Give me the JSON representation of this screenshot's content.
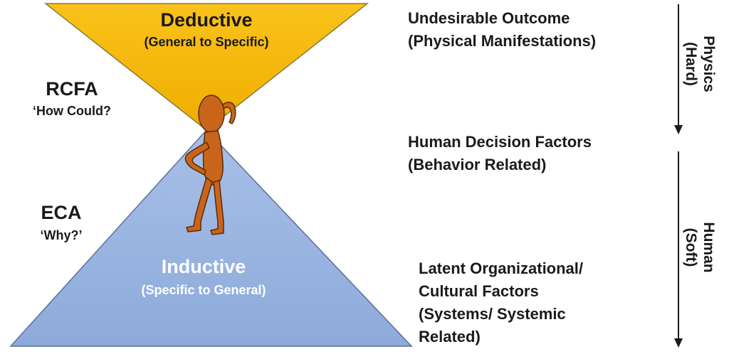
{
  "top_triangle": {
    "title": "Deductive",
    "subtitle": "(General to Specific)",
    "fill": "#F5B800"
  },
  "bottom_triangle": {
    "title": "Inductive",
    "subtitle": "(Specific to General)",
    "fill": "#95B3E2"
  },
  "rcfa": {
    "title": "RCFA",
    "question": "‘How Could?"
  },
  "eca": {
    "title": "ECA",
    "question": "‘Why?’"
  },
  "levels": {
    "outcome_line1": "Undesirable Outcome",
    "outcome_line2": "(Physical Manifestations)",
    "human_line1": "Human Decision Factors",
    "human_line2": "(Behavior Related)",
    "latent_line1": "Latent Organizational/",
    "latent_line2": "Cultural Factors",
    "latent_line3": "(Systems/ Systemic",
    "latent_line4": "Related)"
  },
  "axis": {
    "physics_line1": "Physics",
    "physics_line2": "(Hard)",
    "human_line1": "Human",
    "human_line2": "(Soft)"
  },
  "figure": {
    "icon": "thinking-person-icon",
    "color": "#C8651B"
  }
}
